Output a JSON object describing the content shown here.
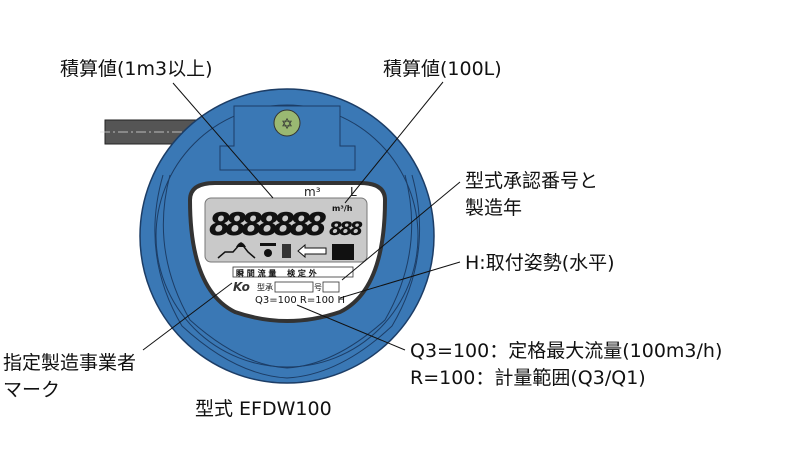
{
  "colors": {
    "meter_blue": "#3a78b5",
    "lcd_gray": "#c9c9c9",
    "border": "#333333"
  },
  "labels": {
    "total_1m3": "積算値(1m3以上)",
    "total_100l": "積算値(100L)",
    "approval_line1": "型式承認番号と",
    "approval_line2": "製造年",
    "mounting": "H:取付姿勢(水平)",
    "maker_line1": "指定製造事業者",
    "maker_line2": "マーク",
    "q3": "Q3=100：定格最大流量(100m3/h)",
    "r": "R=100：計量範囲(Q3/Q1)",
    "model": "型式 EFDW100"
  },
  "meter": {
    "unit_m3": "m³",
    "unit_l": "L",
    "unit_flow": "m³/h",
    "digits_main": "8888888",
    "digits_small": "888",
    "status_row": "瞬 間 流 量　 検 定 外",
    "approval_prefix": "型承",
    "approval_suffix": "号",
    "maker_mark": "Ko",
    "spec": "Q3=100 R=100 H"
  }
}
